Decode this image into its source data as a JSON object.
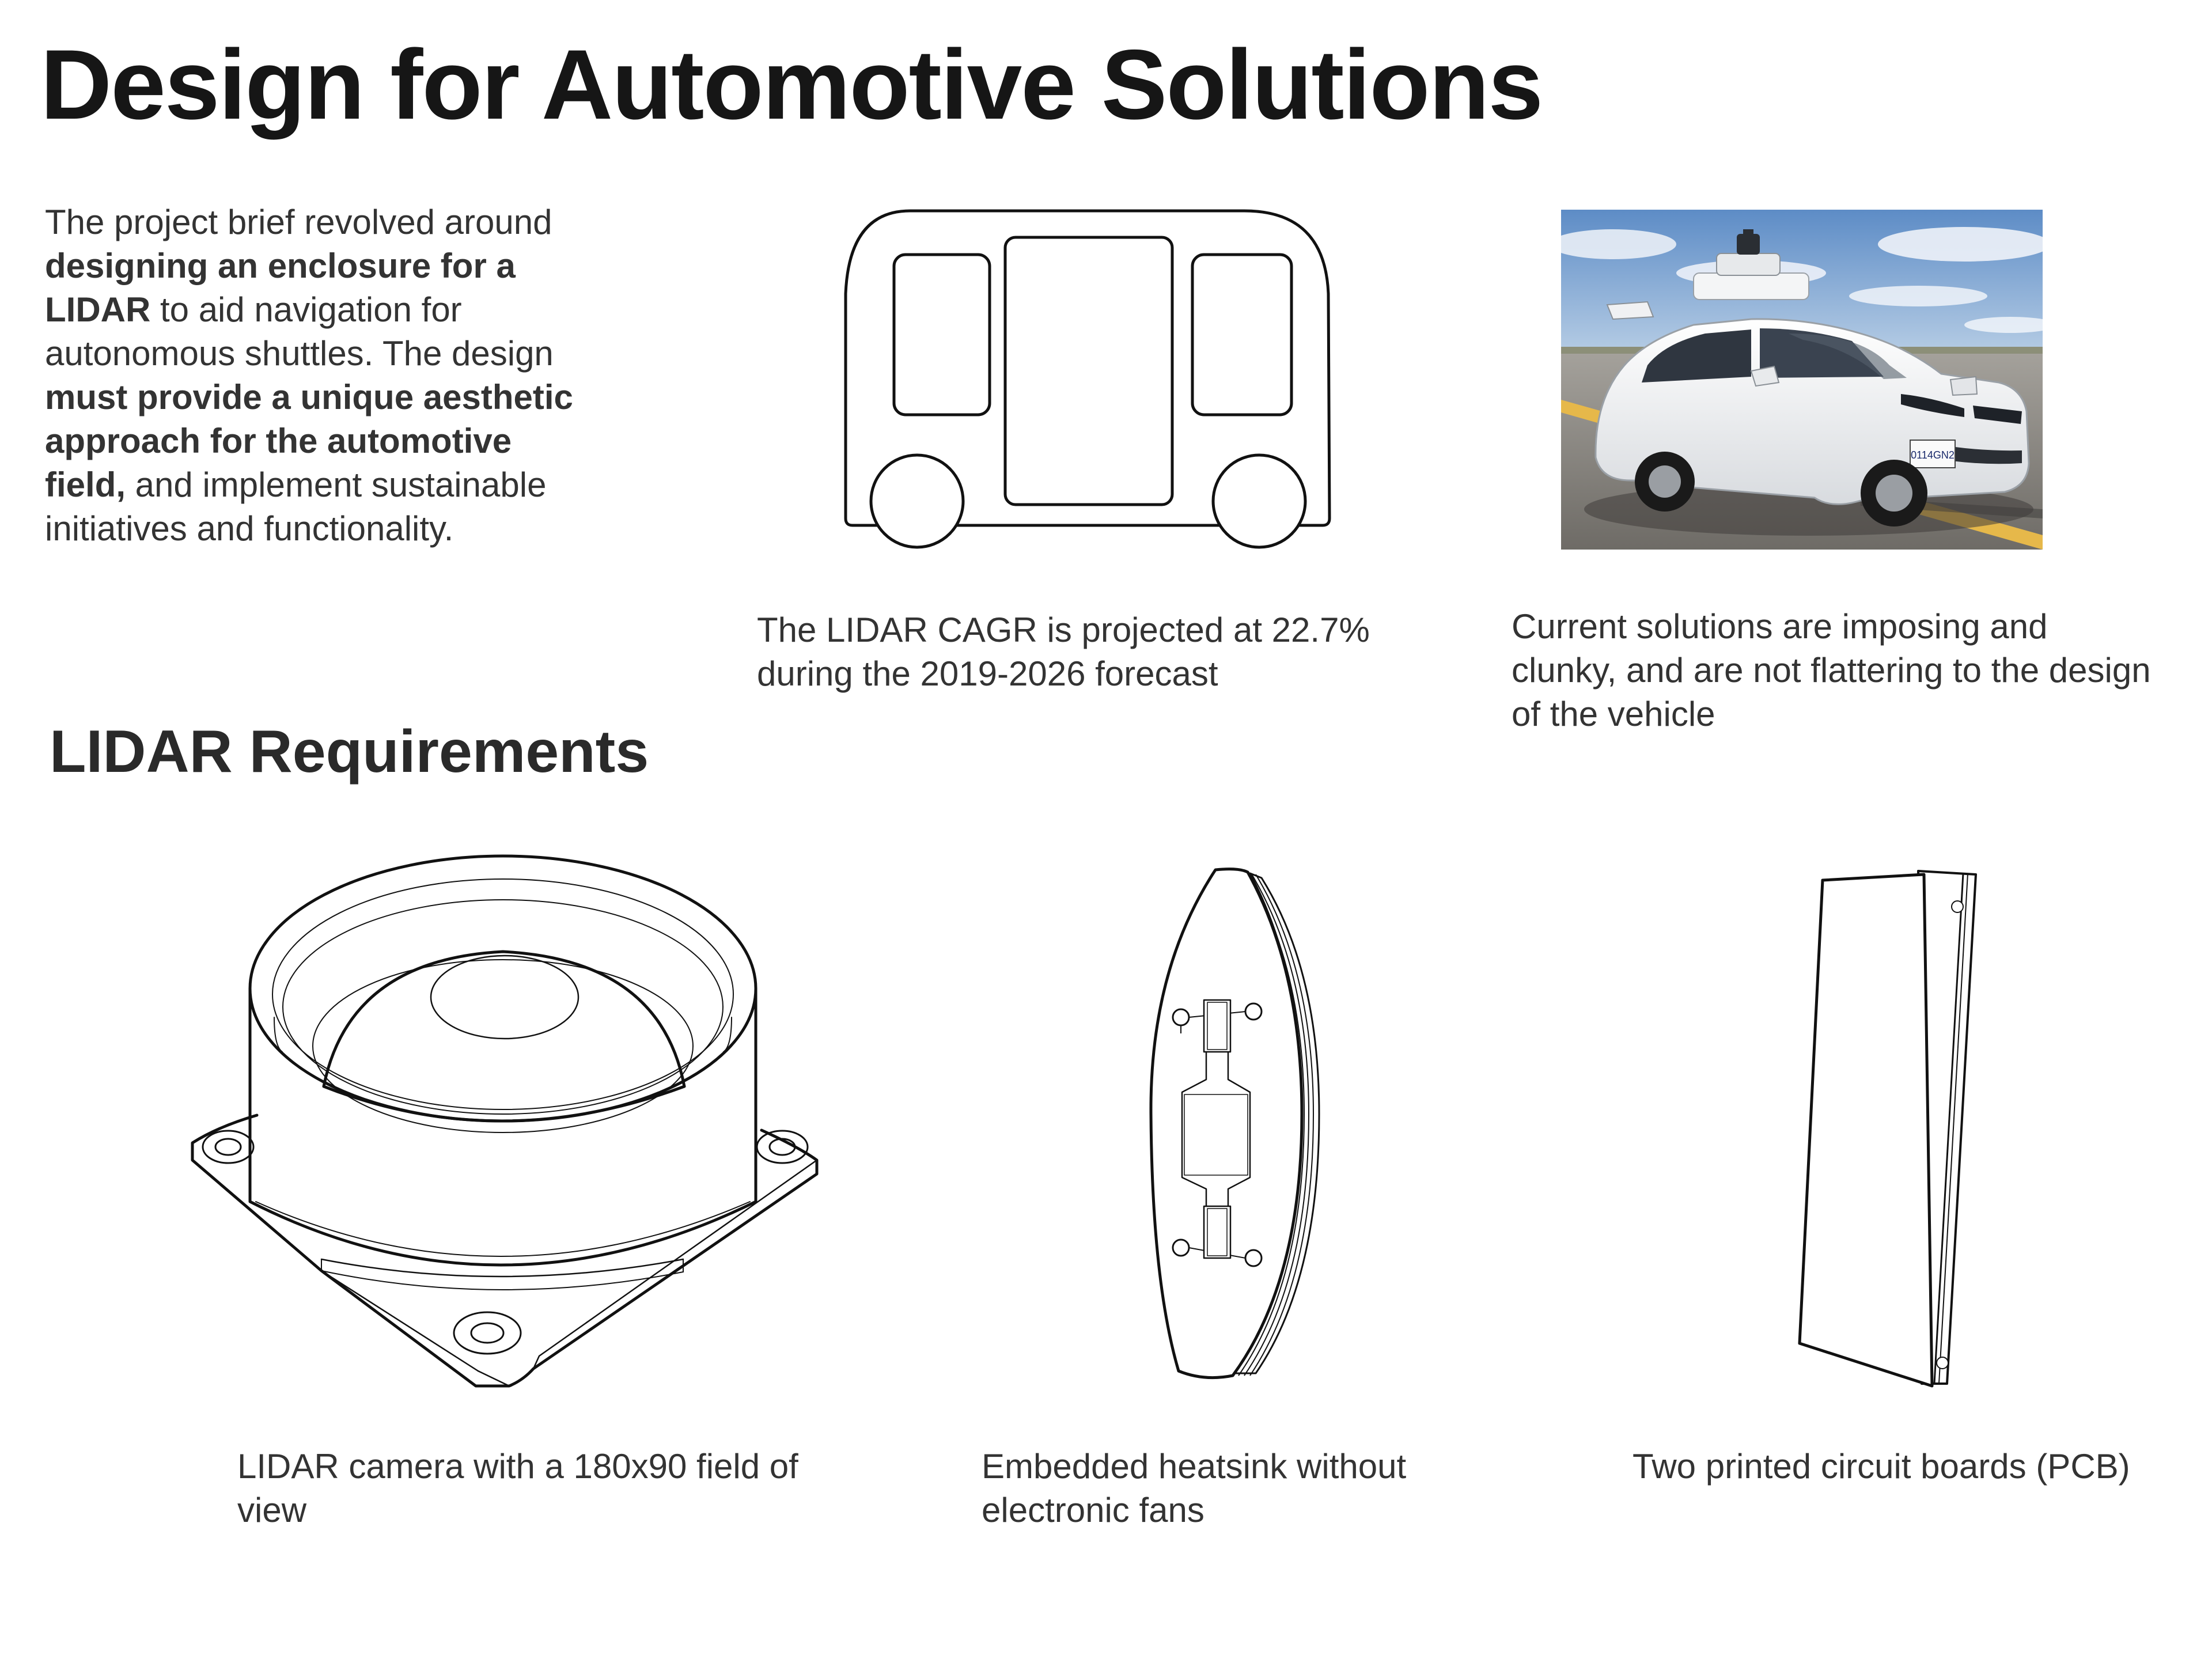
{
  "page": {
    "title": "Design for Automotive Solutions",
    "section_title": "LIDAR Requirements"
  },
  "intro": {
    "parts": [
      {
        "text": "The project brief revolved around ",
        "bold": false
      },
      {
        "text": "designing an enclosure for a LIDAR",
        "bold": true
      },
      {
        "text": " to aid navigation for autonomous shuttles. The design ",
        "bold": false
      },
      {
        "text": "must provide a unique aesthetic approach for the automotive field,",
        "bold": true
      },
      {
        "text": " and implement sustainable initiatives and functionality.",
        "bold": false
      }
    ]
  },
  "top_row": {
    "shuttle_caption": "The LIDAR CAGR is projected at 22.7% during the 2019-2026 forecast",
    "photo_caption": "Current solutions are imposing and clunky, and are not flattering to the design of the vehicle",
    "license_plate": "0114GN2"
  },
  "requirements": [
    {
      "caption": "LIDAR camera with a 180x90 field of view",
      "icon": "lidar-camera-icon"
    },
    {
      "caption": "Embedded heatsink without electronic fans",
      "icon": "heatsink-icon"
    },
    {
      "caption": "Two printed circuit boards (PCB)",
      "icon": "pcb-icon"
    }
  ],
  "colors": {
    "text": "#2b2b2b",
    "line": "#111111",
    "sky": "#6f97c9",
    "road": "#8a8782",
    "road_marking": "#e6b84a"
  }
}
